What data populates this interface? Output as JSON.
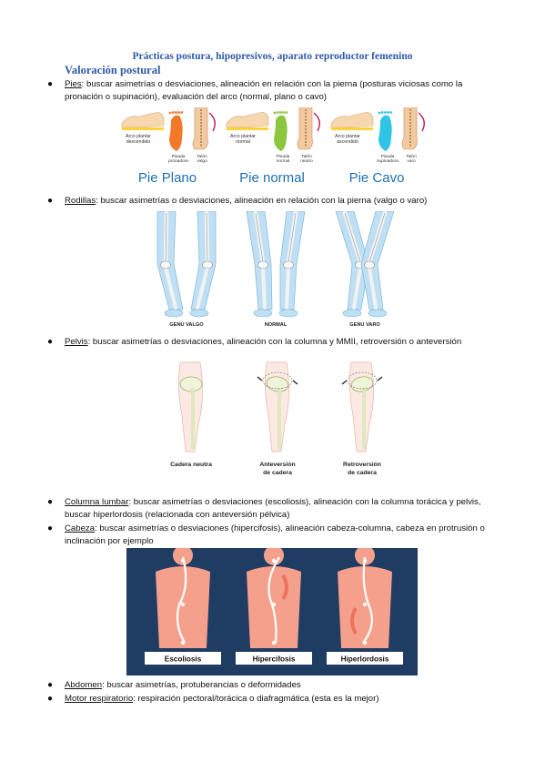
{
  "doc": {
    "title": "Prácticas postura, hipopresivos, aparato reproductor femenino",
    "section": "Valoración postural"
  },
  "items": [
    {
      "term": "Pies",
      "text": ": buscar asimetrías o desviaciones, alineación en relación con la pierna (posturas viciosas como la pronación o supinación), evaluación del arco (normal, plano o cavo)"
    },
    {
      "term": "Rodillas",
      "text": ": buscar asimetrías o desviaciones, alineación en relación con la pierna (valgo o varo)"
    },
    {
      "term": "Pelvis",
      "text": ": buscar asimetrías o desviaciones, alineación con la columna y MMII, retroversión o anteversión"
    },
    {
      "term": "Columna lumbar",
      "text": ": buscar asimetrías o desviaciones (escoliosis), alineación con la columna torácica y pelvis, buscar hiperlordosis (relacionada con anteversión pélvica)"
    },
    {
      "term": "Cabeza",
      "text": ": buscar asimetrías o desviaciones (hipercifosis), alineación cabeza-columna, cabeza en protrusión o inclinación por ejemplo"
    },
    {
      "term": "Abdomen",
      "text": ": buscar asimetrías, protuberancias o deformidades"
    },
    {
      "term": "Motor respiratorio",
      "text": ": respiración pectoral/torácica o diafragmática (esta es la mejor)"
    }
  ],
  "feet_figure": {
    "panels": [
      {
        "arch": "Arco plantar descendido",
        "pisada": "Pisada pronadora",
        "talon": "Talón valgo",
        "name": "Pie Plano",
        "color": "#f4782a"
      },
      {
        "arch": "Arco plantar normal",
        "pisada": "Pisada normal",
        "talon": "Talón neutro",
        "name": "Pie normal",
        "color": "#8cc63f"
      },
      {
        "arch": "Arco plantar ascendido",
        "pisada": "Pisada supinadora",
        "talon": "Talón varo",
        "name": "Pie Cavo",
        "color": "#2ec4e6"
      }
    ],
    "name_color": "#1f6fb5"
  },
  "knee_figure": {
    "labels": [
      "GENU VALGO",
      "NORMAL",
      "GENU VARO"
    ]
  },
  "pelvis_figure": {
    "labels": [
      {
        "l1": "Cadera neutra",
        "l2": ""
      },
      {
        "l1": "Anteversión",
        "l2": "de cadera"
      },
      {
        "l1": "Retroversión",
        "l2": "de cadera"
      }
    ]
  },
  "spine_figure": {
    "labels": [
      "Escoliosis",
      "Hipercifosis",
      "Hiperlordosis"
    ],
    "background": "#1f3c63",
    "body_color": "#f4a08c"
  }
}
